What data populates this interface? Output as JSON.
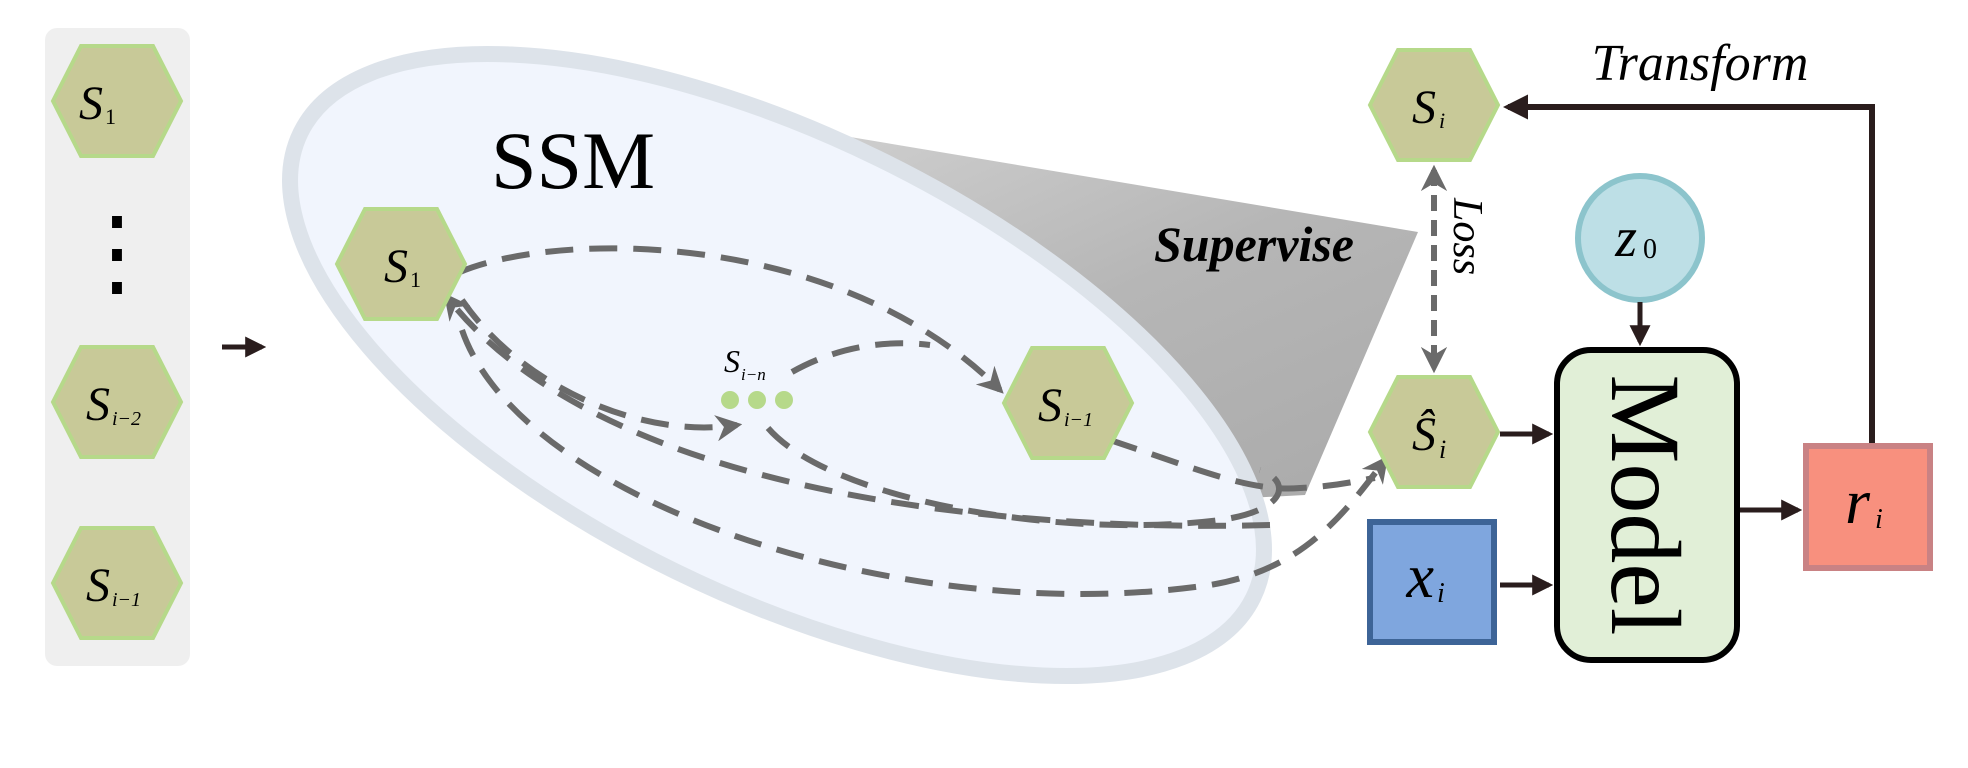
{
  "title": "SSM",
  "sequence_list": {
    "items": [
      {
        "base": "S",
        "sub": "1"
      },
      {
        "base": "S",
        "sub": "i−2"
      },
      {
        "base": "S",
        "sub": "i−1"
      }
    ],
    "ellipsis": "⋮"
  },
  "ssm_nodes": {
    "first": {
      "base": "S",
      "sub": "1"
    },
    "middle": {
      "base": "S",
      "sub": "i−n"
    },
    "last": {
      "base": "S",
      "sub": "i−1"
    }
  },
  "target_node": {
    "base": "S",
    "sub": "i"
  },
  "predicted_node": {
    "base": "Ŝ",
    "sub": "i"
  },
  "noise_node": {
    "base": "z",
    "sub": "0"
  },
  "input_node": {
    "base": "x",
    "sub": "i"
  },
  "reward_node": {
    "base": "r",
    "sub": "i"
  },
  "model_label": "Model",
  "labels": {
    "supervise": "Supervise",
    "loss": "Loss",
    "transform": "Transform"
  },
  "colors": {
    "hexagon_fill": "#c8c998",
    "hexagon_stroke": "#b6d98a",
    "list_panel": "#efefef",
    "ssm_fill": "#f1f5fd",
    "ssm_stroke": "#dde3ea",
    "model_fill": "#e1efd7",
    "z_fill": "#bddfe6",
    "z_stroke": "#8cc4cc",
    "x_fill": "#7fa6de",
    "x_stroke": "#3d6497",
    "r_fill": "#f8907e",
    "r_stroke": "#c98284",
    "arrow": "#2a1d1d",
    "dashed": "#6a6a6a",
    "dot": "#b6d98a"
  },
  "icons": {
    "hexagon": "hexagon-node",
    "circle": "circle-node",
    "square": "square-node",
    "dots": "ellipsis-dots"
  }
}
